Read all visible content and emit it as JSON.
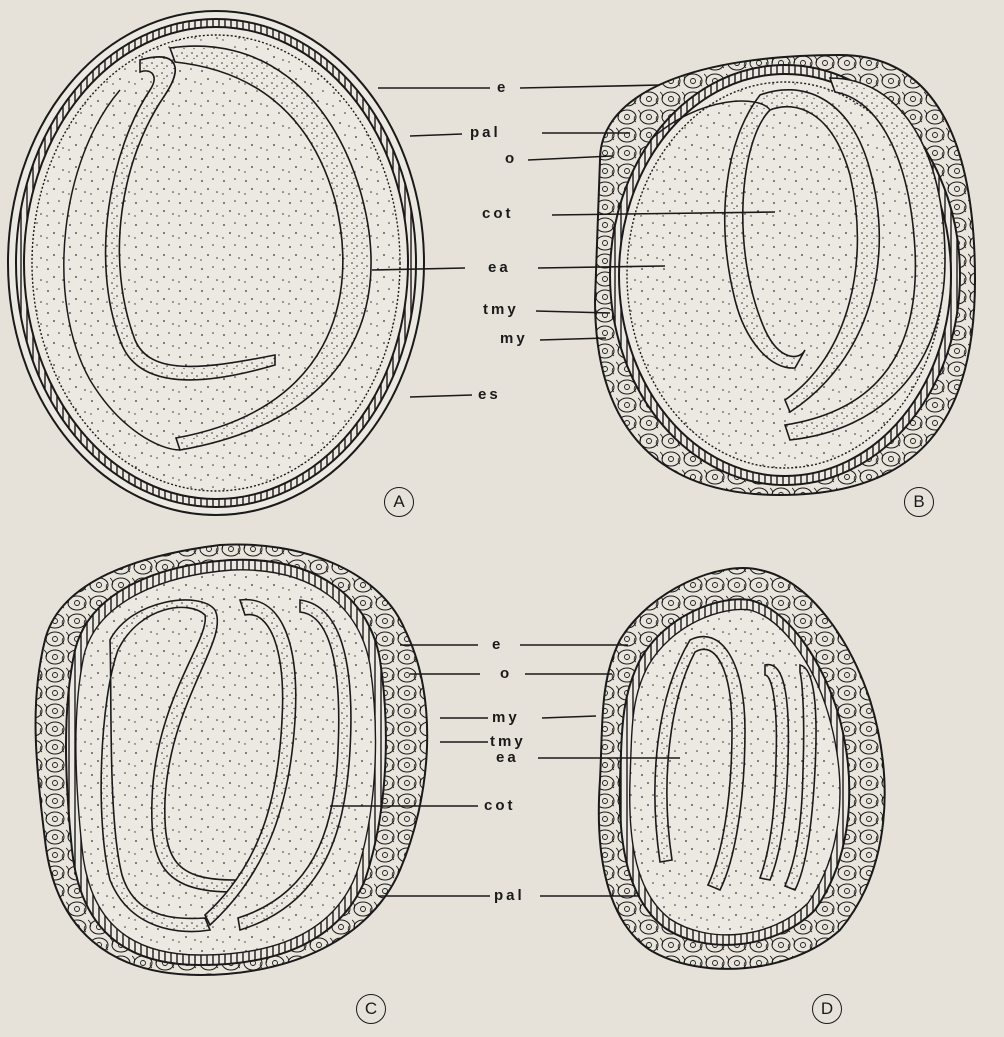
{
  "panels": [
    {
      "id": "A",
      "letter": "A"
    },
    {
      "id": "B",
      "letter": "B"
    },
    {
      "id": "C",
      "letter": "C"
    },
    {
      "id": "D",
      "letter": "D"
    }
  ],
  "labels_top": {
    "e": "e",
    "pal": "pal",
    "o": "o",
    "cot": "cot",
    "ea": "ea",
    "tmy": "tmy",
    "my": "my",
    "es": "es"
  },
  "labels_bottom": {
    "e": "e",
    "o": "o",
    "my": "my",
    "tmy": "tmy",
    "ea": "ea",
    "cot": "cot",
    "pal": "pal"
  },
  "colors": {
    "background": "#e6e2da",
    "ink": "#1a1a1a",
    "tissue": "#ece9e2"
  }
}
